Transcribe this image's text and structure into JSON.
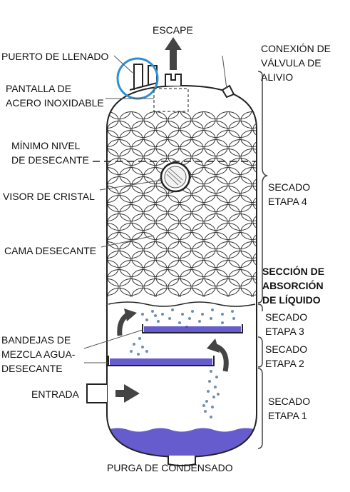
{
  "labels": {
    "escape": "ESCAPE",
    "fill_port": "PUERTO DE LLENADO",
    "relief_valve": "CONEXIÓN DE\nVÁLVULA DE\nALIVIO",
    "screen": "PANTALLA DE\nACERO INOXIDABLE",
    "min_level": "MÍNIMO NIVEL\nDE DESECANTE",
    "sight_glass": "VISOR DE CRISTAL",
    "bed": "CAMA DESECANTE",
    "stage4": "SECADO\nETAPA 4",
    "absorption": "SECCIÓN DE\nABSORCIÓN\nDE LÍQUIDO",
    "stage3": "SECADO\nETAPA 3",
    "stage2": "SECADO\nETAPA 2",
    "trays": "BANDEJAS DE\nMEZCLA AGUA-\nDESECANTE",
    "inlet": "ENTRADA",
    "stage1": "SECADO\nETAPA 1",
    "drain": "PURGA DE CONDENSADO"
  },
  "colors": {
    "liquid": "#4b3fc4",
    "highlight_circle": "#2f8fd0",
    "line": "#222222",
    "droplet": "#6f8fb0"
  },
  "icons": {
    "exhaust": "arrow-up-icon",
    "inlet": "arrow-right-icon"
  }
}
